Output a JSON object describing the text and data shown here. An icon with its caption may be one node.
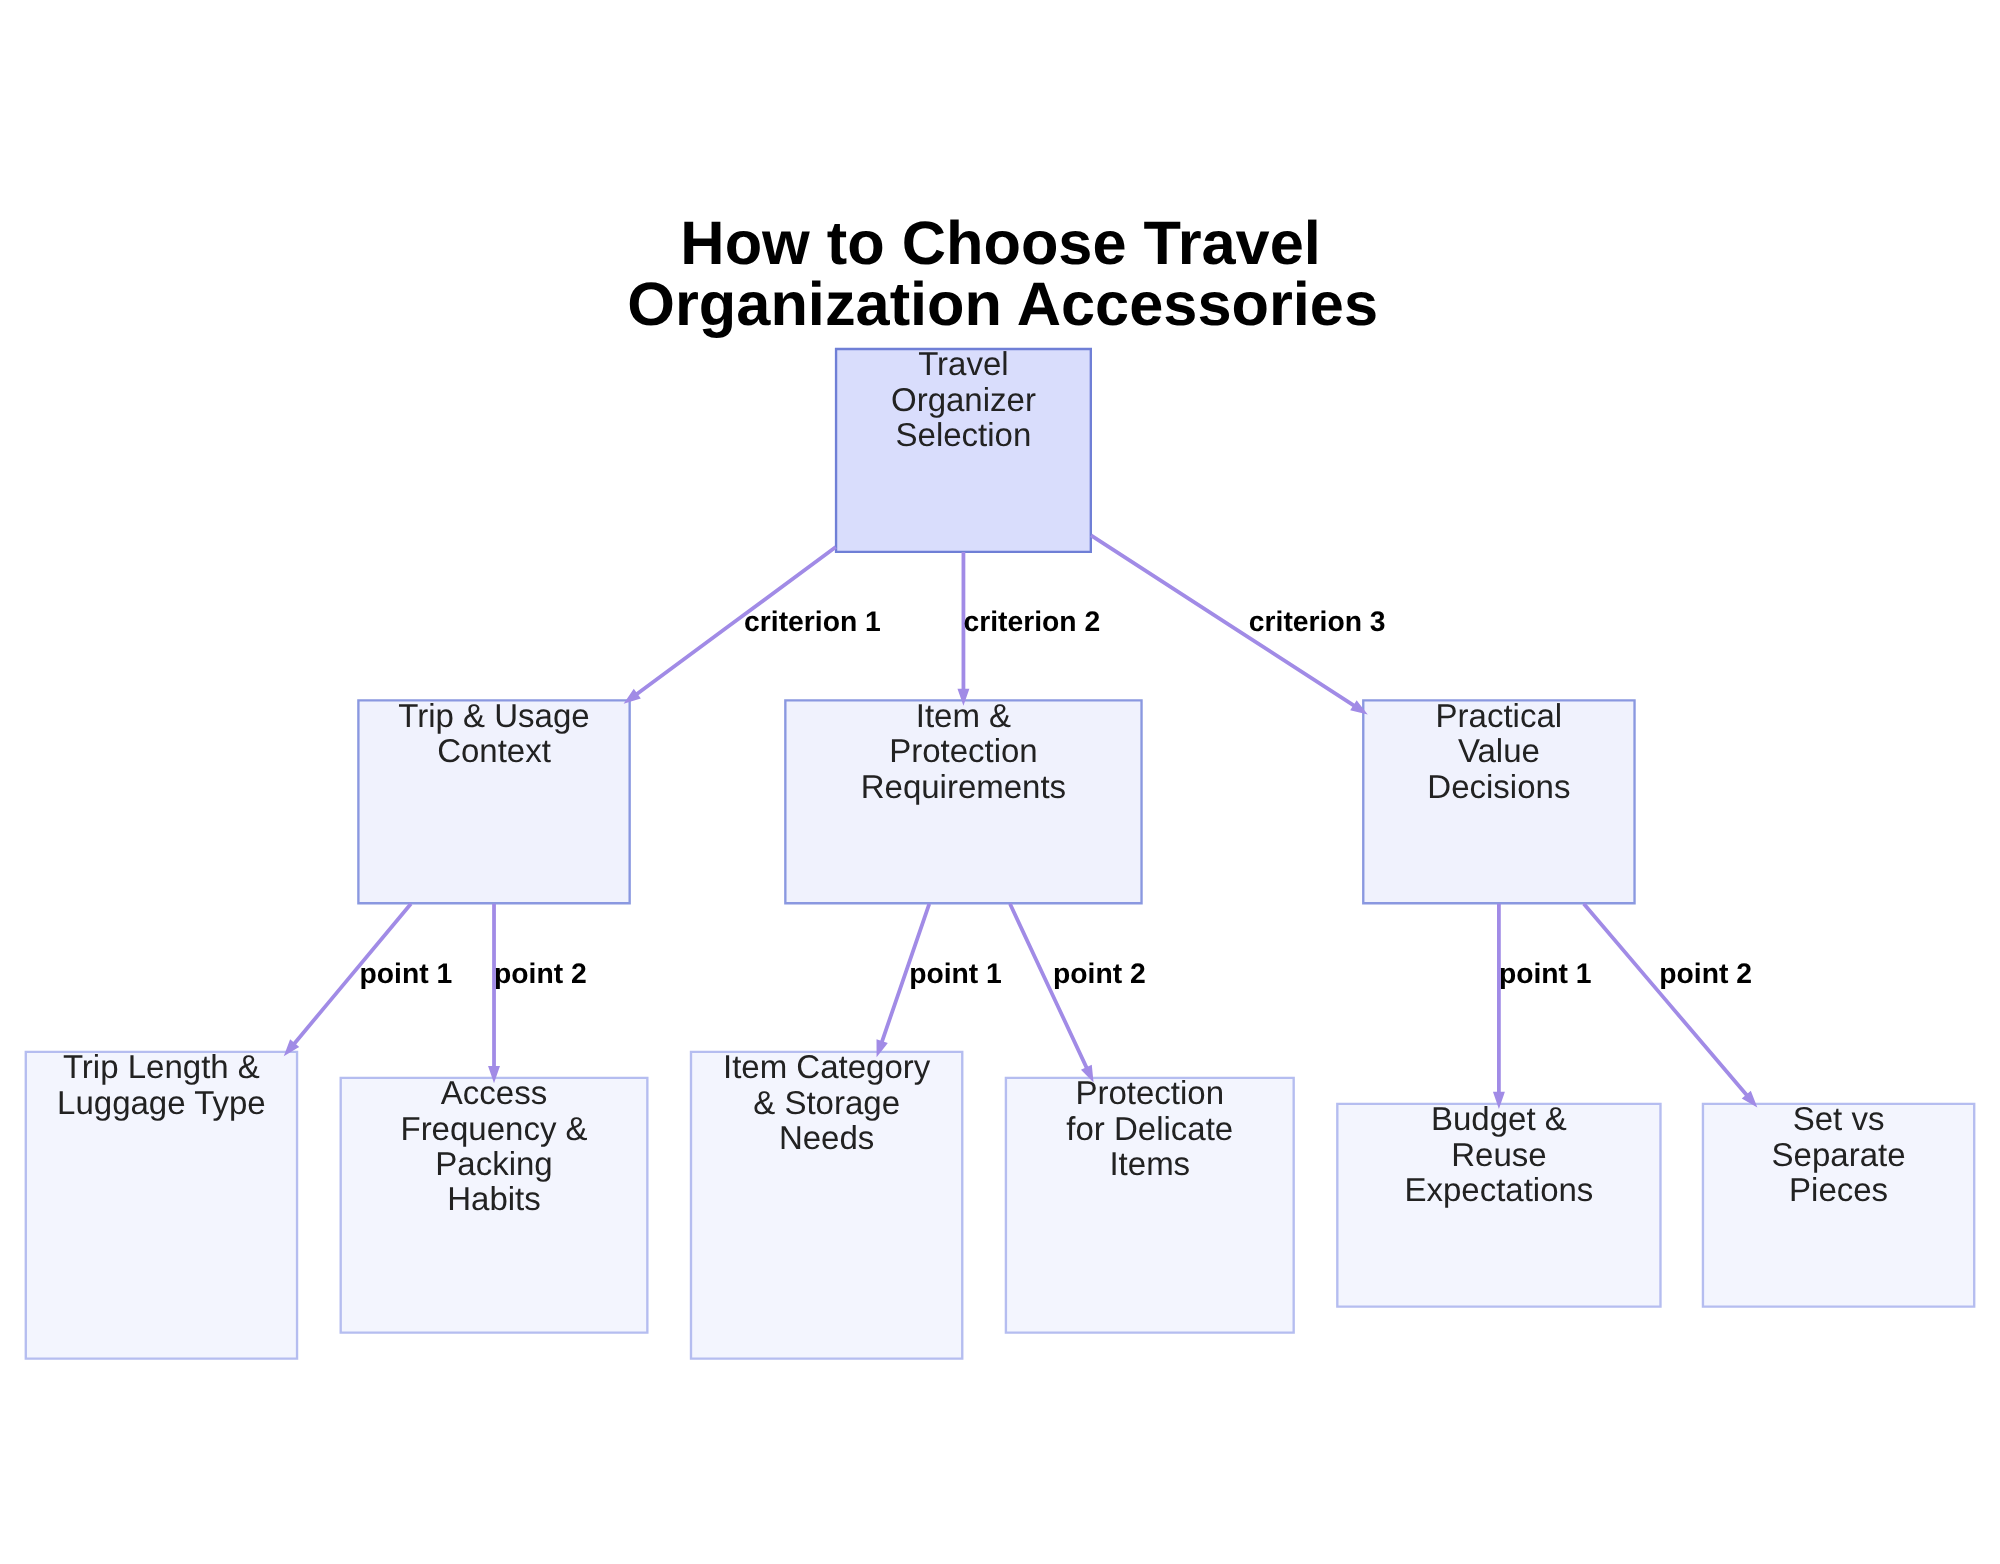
{
  "diagram": {
    "title": "How to Choose Travel Organization Accessories",
    "nodes": [
      {
        "text": [
          "Travel Organizer Selection"
        ]
      },
      {
        "text": [
          "Trip & Usage Context"
        ]
      },
      {
        "text": [
          "Item & Protection Requirements"
        ]
      },
      {
        "text": [
          "Practical Value Decisions"
        ]
      },
      {
        "text": [
          "Trip Length & Luggage Type"
        ]
      },
      {
        "text": [
          "Access Frequency & Packing Habits"
        ]
      },
      {
        "text": [
          "Item Category & Storage Needs"
        ]
      },
      {
        "text": [
          "Protection for Delicate Items"
        ]
      },
      {
        "text": [
          "Budget & Reuse Expectations"
        ]
      },
      {
        "text": [
          "Set vs Separate Pieces"
        ]
      }
    ],
    "edges": [
      {
        "from": 0,
        "to": 1,
        "arrow": "to",
        "label": "criterion 1"
      },
      {
        "from": 0,
        "to": 2,
        "arrow": "to",
        "label": "criterion 2"
      },
      {
        "from": 0,
        "to": 3,
        "arrow": "to",
        "label": "criterion 3"
      },
      {
        "from": 1,
        "to": 4,
        "arrow": "to",
        "label": "point 1"
      },
      {
        "from": 1,
        "to": 5,
        "arrow": "to",
        "label": "point 2"
      },
      {
        "from": 2,
        "to": 6,
        "arrow": "to",
        "label": "point 1"
      },
      {
        "from": 2,
        "to": 7,
        "arrow": "to",
        "label": "point 2"
      },
      {
        "from": 3,
        "to": 8,
        "arrow": "to",
        "label": "point 1"
      },
      {
        "from": 3,
        "to": 9,
        "arrow": "to",
        "label": "point 2"
      }
    ]
  }
}
